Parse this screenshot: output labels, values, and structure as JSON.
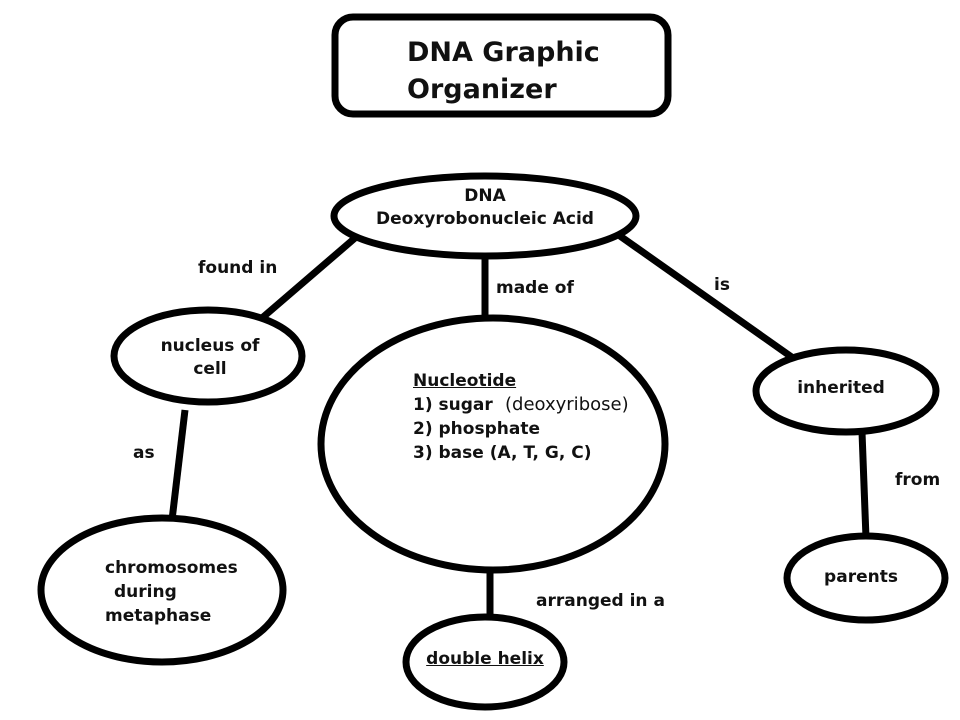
{
  "title": {
    "line1": "DNA Graphic",
    "line2": "Organizer"
  },
  "nodes": {
    "dna": {
      "line1": "DNA",
      "line2": "Deoxyrobonucleic Acid"
    },
    "nucleus": {
      "line1": "nucleus of",
      "line2": "cell"
    },
    "nucleotide": {
      "heading": "Nucleotide",
      "item1": "1) sugar",
      "item1_note": "(deoxyribose)",
      "item2": "2) phosphate",
      "item3": "3) base (A, T, G, C)"
    },
    "inherited": {
      "label": "inherited"
    },
    "chromosomes": {
      "line1": "chromosomes",
      "line2": "during",
      "line3": "metaphase"
    },
    "double_helix": {
      "label": "double helix"
    },
    "parents": {
      "label": "parents"
    }
  },
  "links": {
    "found_in": "found in",
    "made_of": "made of",
    "is": "is",
    "as": "as",
    "arranged_in_a": "arranged in a",
    "from": "from"
  }
}
